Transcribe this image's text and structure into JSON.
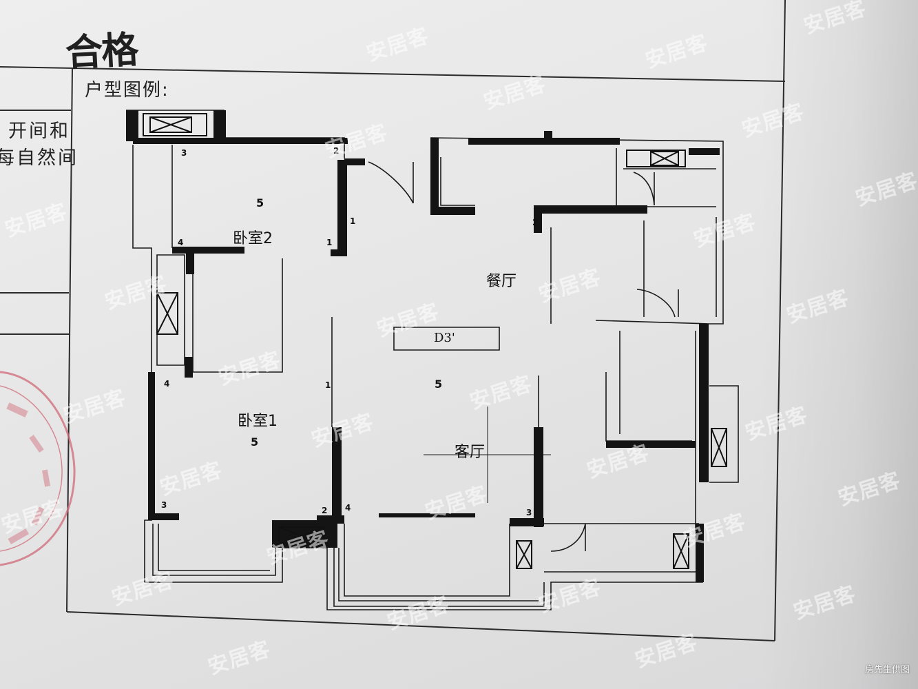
{
  "handwritten_note": "合格",
  "legend_title": "户型图例:",
  "side_text": {
    "line1": "开间和",
    "line2": "每自然间"
  },
  "plan": {
    "code": "D3'",
    "rooms": [
      {
        "key": "bedroom2",
        "label": "卧室2",
        "number": "5"
      },
      {
        "key": "bedroom1",
        "label": "卧室1",
        "number": "5"
      },
      {
        "key": "dining",
        "label": "餐厅",
        "number": ""
      },
      {
        "key": "living",
        "label": "客厅",
        "number": "5"
      }
    ],
    "dimension_marks": [
      "3",
      "2",
      "1",
      "1",
      "4",
      "4",
      "1",
      "3",
      "2",
      "4",
      "3",
      "2"
    ]
  },
  "watermark": "安居客",
  "footer_note": "房先生供图",
  "colors": {
    "paper": "#e8e8e8",
    "ink": "#111111",
    "stamp": "#d06a78",
    "watermark": "#ffffff"
  }
}
